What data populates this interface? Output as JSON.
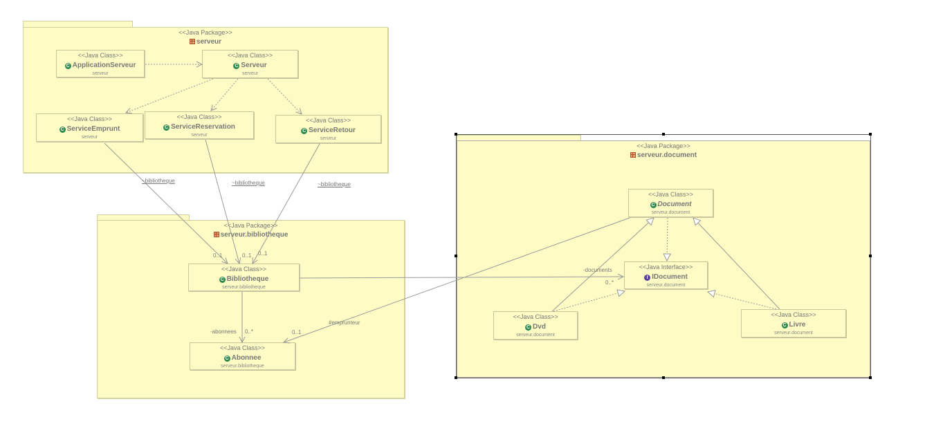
{
  "packages": [
    {
      "id": "serveur",
      "stereotype": "<<Java Package>>",
      "name": "serveur"
    },
    {
      "id": "bibliotheque",
      "stereotype": "<<Java Package>>",
      "name": "serveur.bibliotheque"
    },
    {
      "id": "document",
      "stereotype": "<<Java Package>>",
      "name": "serveur.document",
      "selected": true
    }
  ],
  "classes": {
    "application_serveur": {
      "stereotype": "<<Java Class>>",
      "name": "ApplicationServeur",
      "package": "serveur",
      "kind": "class"
    },
    "serveur": {
      "stereotype": "<<Java Class>>",
      "name": "Serveur",
      "package": "serveur",
      "kind": "class"
    },
    "service_emprunt": {
      "stereotype": "<<Java Class>>",
      "name": "ServiceEmprunt",
      "package": "serveur",
      "kind": "class"
    },
    "service_reservation": {
      "stereotype": "<<Java Class>>",
      "name": "ServiceReservation",
      "package": "serveur",
      "kind": "class"
    },
    "service_retour": {
      "stereotype": "<<Java Class>>",
      "name": "ServiceRetour",
      "package": "serveur",
      "kind": "class"
    },
    "bibliotheque": {
      "stereotype": "<<Java Class>>",
      "name": "Bibliotheque",
      "package": "serveur.bibliotheque",
      "kind": "class"
    },
    "abonnee": {
      "stereotype": "<<Java Class>>",
      "name": "Abonnee",
      "package": "serveur.bibliotheque",
      "kind": "class"
    },
    "document": {
      "stereotype": "<<Java Class>>",
      "name": "Document",
      "package": "serveur.document",
      "kind": "abstract-class"
    },
    "idocument": {
      "stereotype": "<<Java Interface>>",
      "name": "IDocument",
      "package": "serveur.document",
      "kind": "interface"
    },
    "dvd": {
      "stereotype": "<<Java Class>>",
      "name": "Dvd",
      "package": "serveur.document",
      "kind": "class"
    },
    "livre": {
      "stereotype": "<<Java Class>>",
      "name": "Livre",
      "package": "serveur.document",
      "kind": "class"
    }
  },
  "icons": {
    "class": "C",
    "interface": "I",
    "abstract": "C"
  },
  "edge_labels": {
    "emprunt_role": "~bibliotheque",
    "reservation_role": "~bibliotheque",
    "retour_role": "~bibliotheque",
    "mult_emprunt": "0..1",
    "mult_reservation": "0..1",
    "mult_retour": "0..1",
    "abonnees_role": "-abonnees",
    "abonnees_mult": "0..*",
    "emprunteur_role": "#emprunteur",
    "emprunteur_mult": "0..1",
    "documents_role": "-documents",
    "documents_mult": "0..*"
  },
  "colors": {
    "package_fill": "#fefcc4",
    "class_icon": "#2e8a4c",
    "interface_icon": "#5a3f9e",
    "line": "#999999"
  }
}
